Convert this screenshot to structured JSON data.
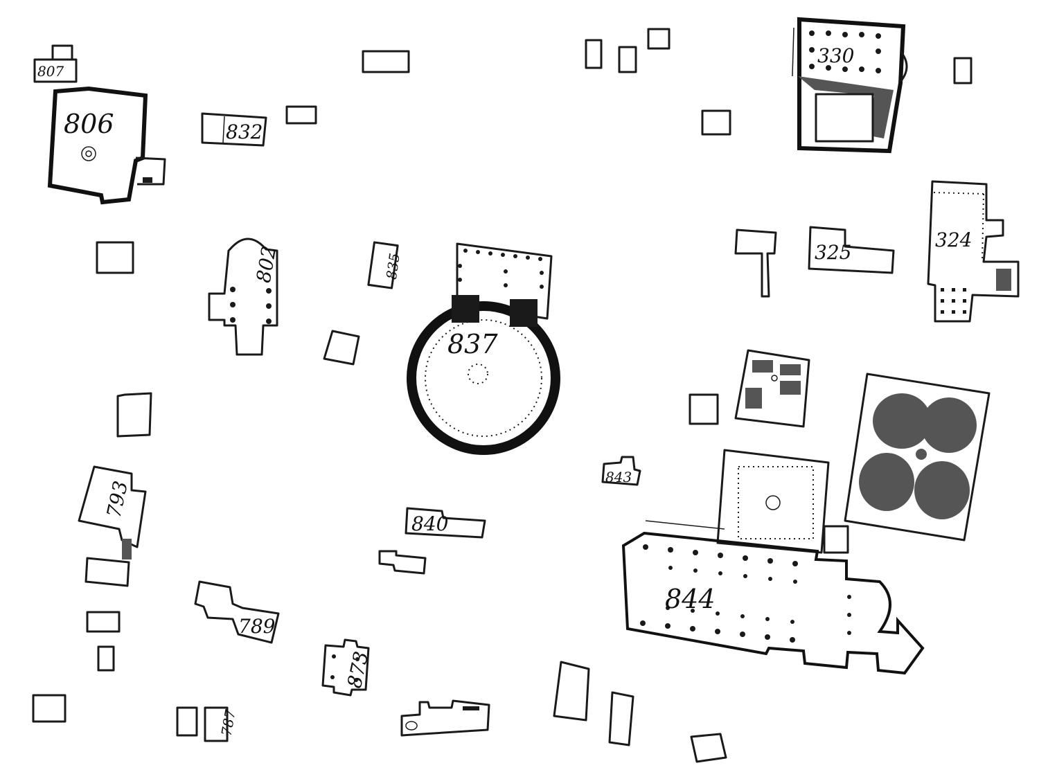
{
  "map": {
    "style": "engraved-plan",
    "ink_color": "#1a1a1a",
    "paper_color": "#ffffff",
    "labels": {
      "b330": "330",
      "b324": "324",
      "b325": "325",
      "b806": "806",
      "b807": "807",
      "b832": "832",
      "b802": "802",
      "b835": "835",
      "b837": "837",
      "b843": "843",
      "b793": "793",
      "b840": "840",
      "b844": "844",
      "b789": "789",
      "b873": "873",
      "b787": "787"
    }
  }
}
